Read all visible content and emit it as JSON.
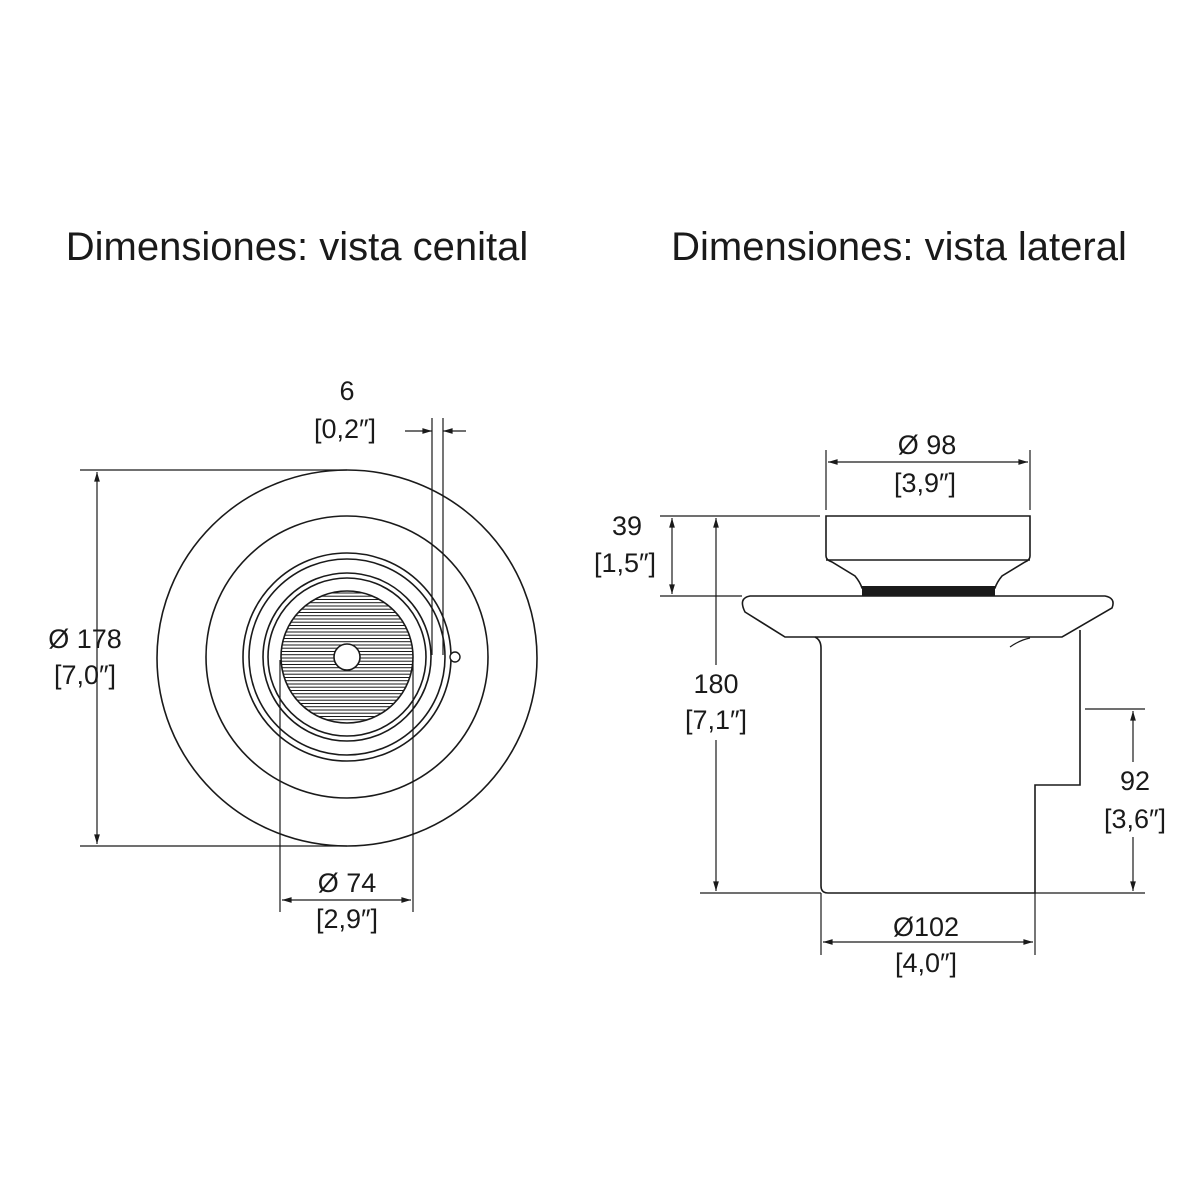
{
  "titles": {
    "top_view": "Dimensiones: vista cenital",
    "side_view": "Dimensiones: vista lateral"
  },
  "top_view_dimensions": {
    "gap": {
      "mm": "6",
      "inch": "[0,2″]"
    },
    "outer_diameter": {
      "mm": "Ø 178",
      "inch": "[7,0″]"
    },
    "grille_diameter": {
      "mm": "Ø 74",
      "inch": "[2,9″]"
    }
  },
  "side_view_dimensions": {
    "cap_diameter": {
      "mm": "Ø 98",
      "inch": "[3,9″]"
    },
    "cap_height": {
      "mm": "39",
      "inch": "[1,5″]"
    },
    "total_height": {
      "mm": "180",
      "inch": "[7,1″]"
    },
    "step_height": {
      "mm": "92",
      "inch": "[3,6″]"
    },
    "body_diameter": {
      "mm": "Ø102",
      "inch": "[4,0″]"
    }
  },
  "colors": {
    "line": "#1a1a1a",
    "background": "#ffffff"
  }
}
